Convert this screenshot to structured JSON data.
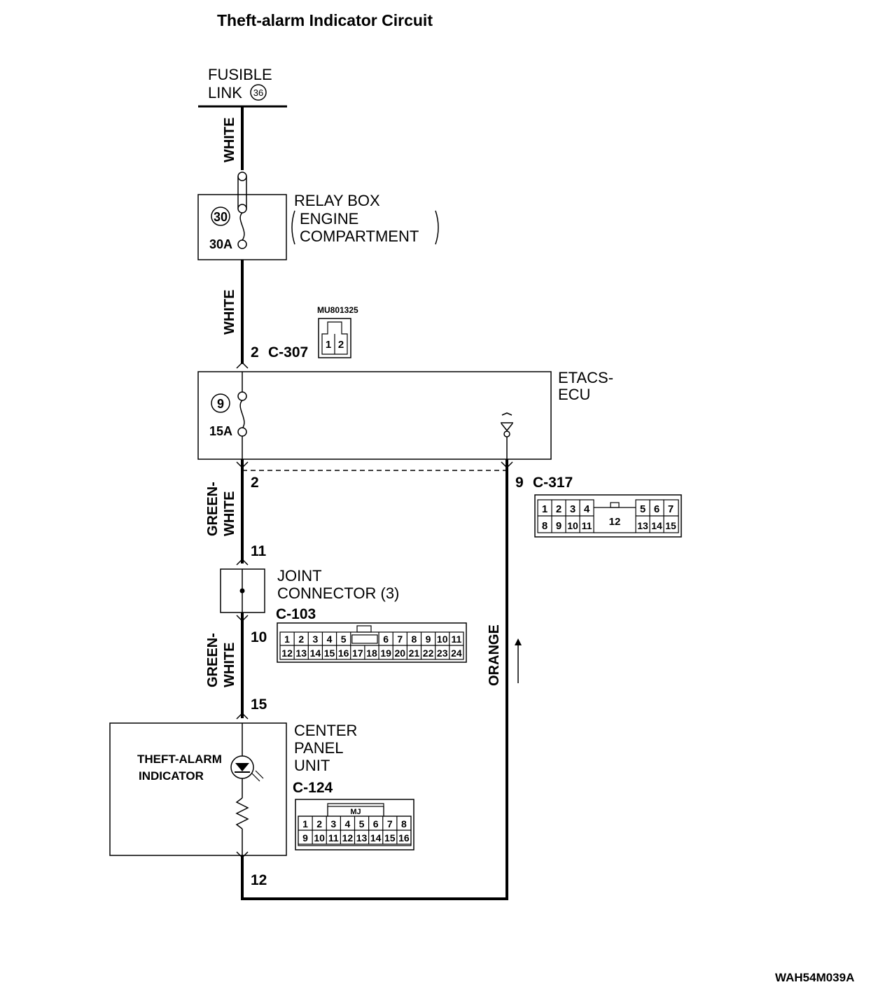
{
  "title": "Theft-alarm Indicator Circuit",
  "fusible_link": {
    "line1": "FUSIBLE",
    "line2": "LINK",
    "number": "36"
  },
  "wires": {
    "white_top": "WHITE",
    "white_mid": "WHITE",
    "green_white_1a": "GREEN-",
    "green_white_1b": "WHITE",
    "green_white_2a": "GREEN-",
    "green_white_2b": "WHITE",
    "orange": "ORANGE"
  },
  "relay_box": {
    "fuse_number": "30",
    "fuse_rating": "30A",
    "label1": "RELAY BOX",
    "label2": "ENGINE",
    "label3": "COMPARTMENT"
  },
  "connector_c307": {
    "pin": "2",
    "id": "C-307",
    "part_number": "MU801325",
    "pins": [
      "1",
      "2"
    ]
  },
  "etacs_ecu": {
    "fuse_number": "9",
    "fuse_rating": "15A",
    "label1": "ETACS-",
    "label2": "ECU",
    "out_pin_left": "2"
  },
  "connector_c317": {
    "pin": "9",
    "id": "C-317",
    "row1": [
      "1",
      "2",
      "3",
      "4",
      "5",
      "6",
      "7"
    ],
    "center": "12",
    "row2": [
      "8",
      "9",
      "10",
      "11",
      "13",
      "14",
      "15"
    ]
  },
  "joint_connector": {
    "pin_in": "11",
    "pin_out": "10",
    "label1": "JOINT",
    "label2": "CONNECTOR (3)",
    "id": "C-103",
    "row1": [
      "1",
      "2",
      "3",
      "4",
      "5",
      "6",
      "7",
      "8",
      "9",
      "10",
      "11"
    ],
    "row2": [
      "12",
      "13",
      "14",
      "15",
      "16",
      "17",
      "18",
      "19",
      "20",
      "21",
      "22",
      "23",
      "24"
    ]
  },
  "center_panel": {
    "pin_in": "15",
    "pin_out": "12",
    "label1": "CENTER",
    "label2": "PANEL",
    "label3": "UNIT",
    "id": "C-124",
    "indicator1": "THEFT-ALARM",
    "indicator2": "INDICATOR",
    "connector_tag": "MJ",
    "row1": [
      "1",
      "2",
      "3",
      "4",
      "5",
      "6",
      "7",
      "8"
    ],
    "row2": [
      "9",
      "10",
      "11",
      "12",
      "13",
      "14",
      "15",
      "16"
    ]
  },
  "figure_code": "WAH54M039A"
}
